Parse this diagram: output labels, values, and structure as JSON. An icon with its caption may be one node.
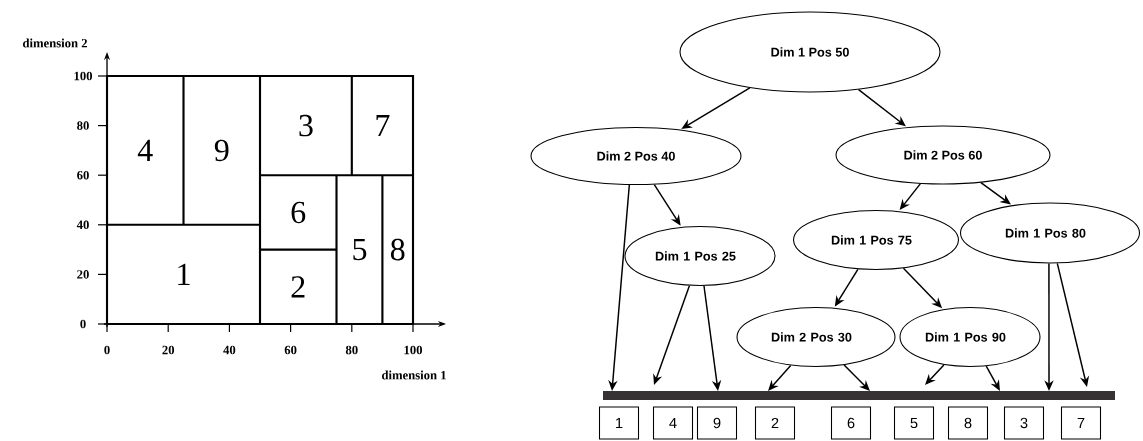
{
  "diagram": {
    "nodes": [
      {
        "text": [
          "4"
        ]
      },
      {
        "text": [
          "9"
        ]
      },
      {
        "text": [
          "3"
        ]
      },
      {
        "text": [
          "7"
        ]
      },
      {
        "text": [
          "6"
        ]
      },
      {
        "text": [
          "1"
        ]
      },
      {
        "text": [
          "5"
        ]
      },
      {
        "text": [
          "8"
        ]
      },
      {
        "text": [
          "2"
        ]
      },
      {
        "text": [
          "Dim 1 Pos 50"
        ]
      },
      {
        "text": [
          "Dim 2 Pos 40"
        ]
      },
      {
        "text": [
          "Dim 2 Pos 60"
        ]
      },
      {
        "text": [
          "Dim 1 Pos 25"
        ]
      },
      {
        "text": [
          "Dim 1 Pos 75"
        ]
      },
      {
        "text": [
          "Dim 1 Pos 80"
        ]
      },
      {
        "text": [
          "Dim 2 Pos 30"
        ]
      },
      {
        "text": [
          "Dim 1 Pos 90"
        ]
      },
      {
        "text": [],
        "shape": "bar"
      },
      {
        "text": [
          "1"
        ]
      },
      {
        "text": [
          "4"
        ]
      },
      {
        "text": [
          "9"
        ]
      },
      {
        "text": [
          "2"
        ]
      },
      {
        "text": [
          "6"
        ]
      },
      {
        "text": [
          "5"
        ]
      },
      {
        "text": [
          "8"
        ]
      },
      {
        "text": [
          "3"
        ]
      },
      {
        "text": [
          "7"
        ]
      }
    ],
    "edges": [
      {
        "from": 9,
        "to": 10,
        "arrow": "to"
      },
      {
        "from": 9,
        "to": 11,
        "arrow": "to"
      },
      {
        "from": 10,
        "to": 17,
        "arrow": "to"
      },
      {
        "from": 10,
        "to": 12,
        "arrow": "to"
      },
      {
        "from": 11,
        "to": 13,
        "arrow": "to"
      },
      {
        "from": 11,
        "to": 14,
        "arrow": "to"
      },
      {
        "from": 12,
        "to": 17,
        "arrow": "to"
      },
      {
        "from": 12,
        "to": 17,
        "arrow": "to"
      },
      {
        "from": 13,
        "to": 15,
        "arrow": "to"
      },
      {
        "from": 13,
        "to": 16,
        "arrow": "to"
      },
      {
        "from": 14,
        "to": 17,
        "arrow": "to"
      },
      {
        "from": 14,
        "to": 17,
        "arrow": "to"
      },
      {
        "from": 15,
        "to": 17,
        "arrow": "to"
      },
      {
        "from": 15,
        "to": 17,
        "arrow": "to"
      },
      {
        "from": 16,
        "to": 17,
        "arrow": "to"
      },
      {
        "from": 16,
        "to": 17,
        "arrow": "to"
      }
    ],
    "labels": [
      "dimension 2",
      "100",
      "80",
      "60",
      "40",
      "20",
      "0",
      "0",
      "20",
      "40",
      "60",
      "80",
      "100",
      "dimension 1"
    ]
  }
}
